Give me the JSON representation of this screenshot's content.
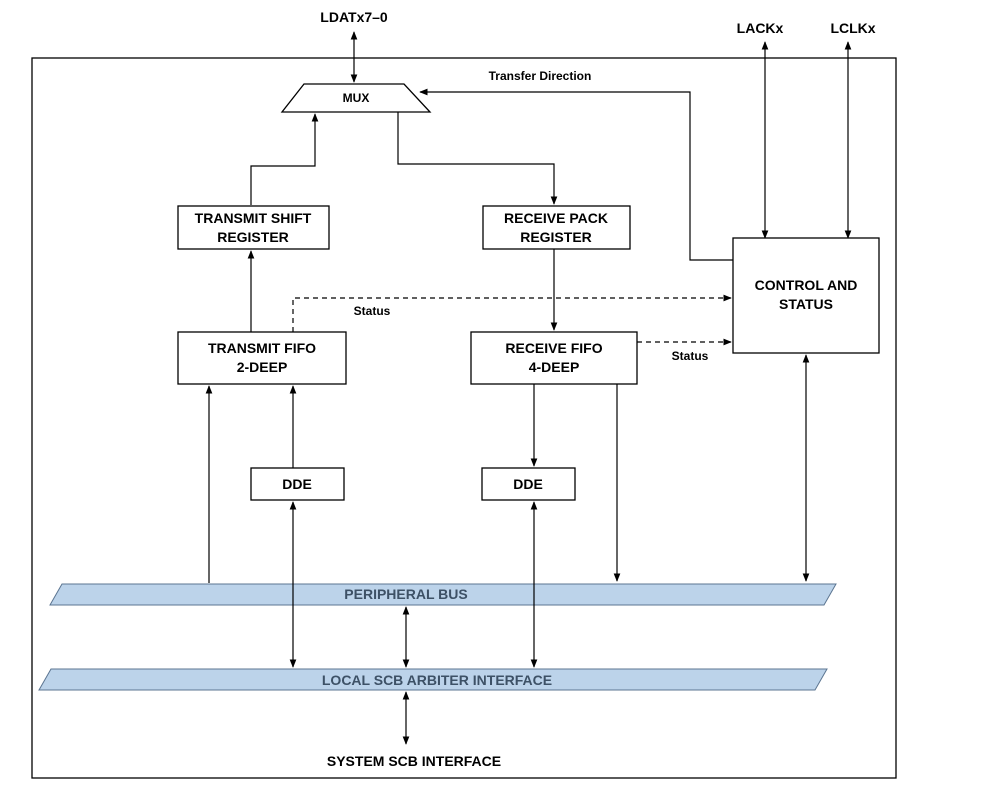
{
  "signals": {
    "ldat": "LDATx7–0",
    "lack": "LACKx",
    "lclk": "LCLKx",
    "system_scb": "SYSTEM SCB INTERFACE"
  },
  "mux": {
    "label": "MUX",
    "transfer_direction": "Transfer Direction"
  },
  "blocks": {
    "transmit_shift": {
      "line1": "TRANSMIT SHIFT",
      "line2": "REGISTER"
    },
    "receive_pack": {
      "line1": "RECEIVE PACK",
      "line2": "REGISTER"
    },
    "control_status": {
      "line1": "CONTROL AND",
      "line2": "STATUS"
    },
    "transmit_fifo": {
      "line1": "TRANSMIT FIFO",
      "line2": "2-DEEP"
    },
    "receive_fifo": {
      "line1": "RECEIVE FIFO",
      "line2": "4-DEEP"
    },
    "dde_tx": "DDE",
    "dde_rx": "DDE"
  },
  "status_labels": {
    "tx": "Status",
    "rx": "Status"
  },
  "buses": {
    "peripheral": "PERIPHERAL BUS",
    "local_scb": "LOCAL SCB ARBITER INTERFACE"
  },
  "colors": {
    "bus_fill": "#bcd3ea",
    "bus_text": "#3d5166"
  }
}
